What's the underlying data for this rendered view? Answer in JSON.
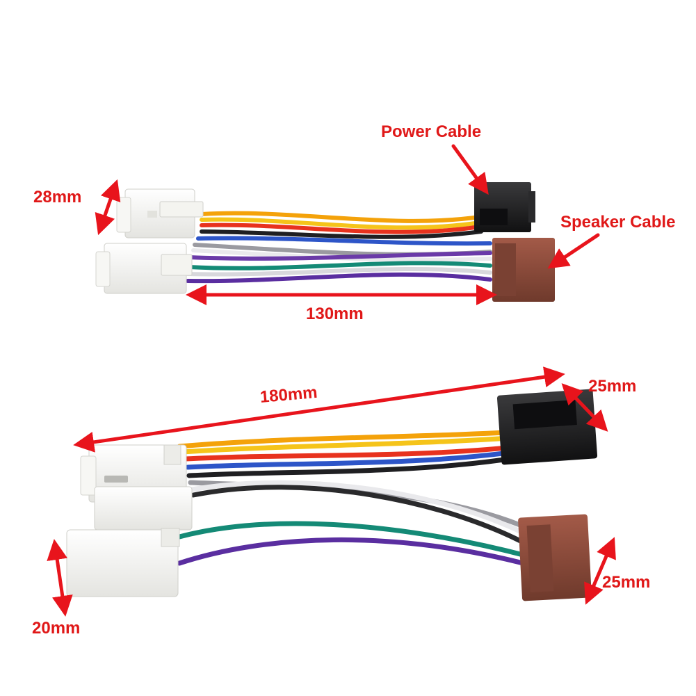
{
  "colors": {
    "label_red": "#e01818",
    "label_black": "#1a1a1a",
    "arrow_red": "#e8141c",
    "connector_white": "#f2f2ef",
    "connector_black": "#1c1c1e",
    "connector_brown": "#8a4a3a"
  },
  "top_assembly": {
    "labels": {
      "power": "Power Cable",
      "speaker": "Speaker Cable",
      "height": "28mm",
      "length": "130mm"
    }
  },
  "bottom_assembly": {
    "labels": {
      "length": "180mm",
      "power_height": "25mm",
      "speaker_height": "25mm",
      "connector_height": "20mm"
    }
  },
  "wire_colors": [
    "orange/yellow",
    "red",
    "black",
    "blue",
    "grey",
    "white",
    "green",
    "purple"
  ]
}
